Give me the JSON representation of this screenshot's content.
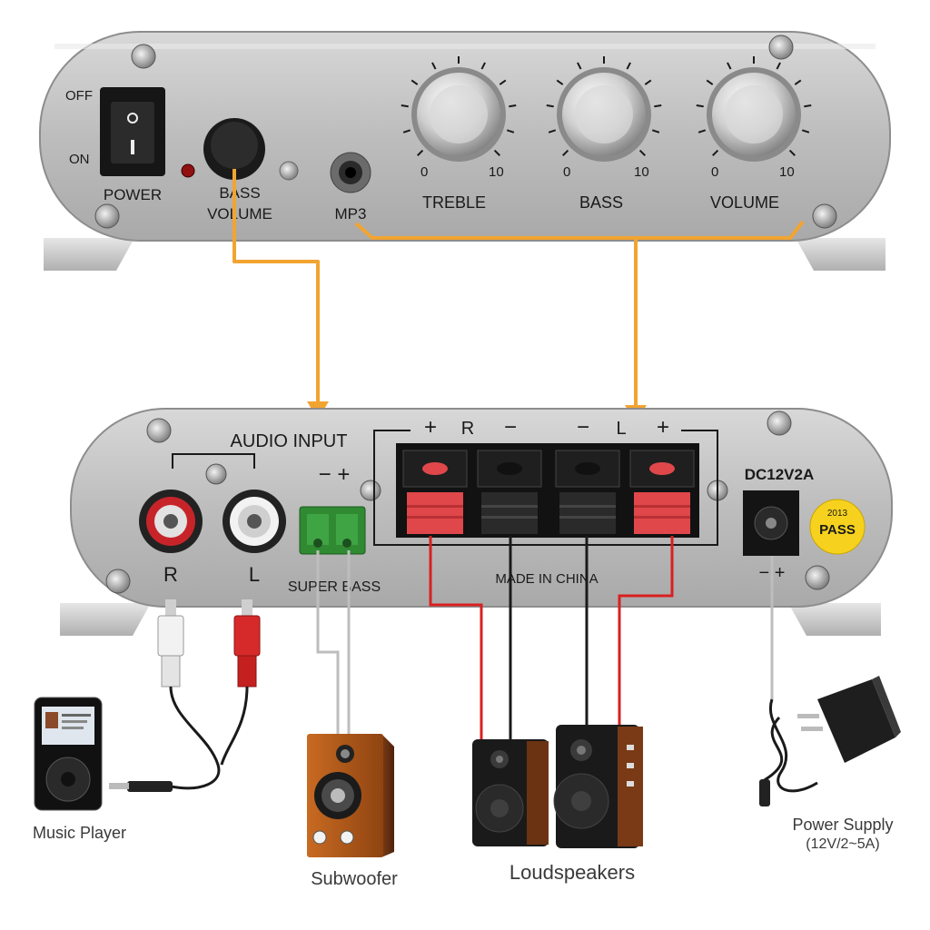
{
  "front_panel": {
    "switch_off": "OFF",
    "switch_on": "ON",
    "power_label": "POWER",
    "bass_volume_line1": "BASS",
    "bass_volume_line2": "VOLUME",
    "mp3_label": "MP3",
    "knobs": [
      {
        "label": "TREBLE",
        "min": "0",
        "max": "10"
      },
      {
        "label": "BASS",
        "min": "0",
        "max": "10"
      },
      {
        "label": "VOLUME",
        "min": "0",
        "max": "10"
      }
    ]
  },
  "rear_panel": {
    "audio_input": "AUDIO INPUT",
    "rca_right": "R",
    "rca_left": "L",
    "super_bass_polarity": "−  +",
    "super_bass_label": "SUPER BASS",
    "speaker_header_plus_r": "+",
    "speaker_header_r": "R",
    "speaker_header_minus_r": "−",
    "speaker_header_minus_l": "−",
    "speaker_header_l": "L",
    "speaker_header_plus_l": "+",
    "made_in": "MADE IN CHINA",
    "dc_label": "DC12V2A",
    "dc_polarity": "−    +",
    "pass_sticker": "PASS",
    "sticker_year": "2013"
  },
  "captions": {
    "music_player": "Music Player",
    "subwoofer": "Subwoofer",
    "loudspeakers": "Loudspeakers",
    "power_supply_line1": "Power Supply",
    "power_supply_line2": "(12V/2~5A)"
  },
  "colors": {
    "orange_wire": "#f2a431",
    "red_wire": "#d92020",
    "black_wire": "#1a1a1a",
    "grey_wire": "#bdbdbd",
    "panel_silver": "#c6c6c6",
    "red_terminal": "#e0474a",
    "sticker_yellow": "#f6d21e"
  }
}
